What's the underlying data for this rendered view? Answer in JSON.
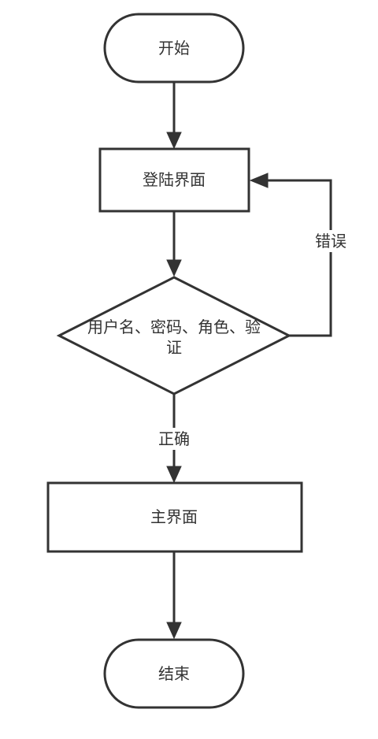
{
  "nodes": {
    "start": "开始",
    "login": "登陆界面",
    "verify_line1": "用户名、密码、角色、验",
    "verify_line2": "证",
    "main": "主界面",
    "end": "结束"
  },
  "edges": {
    "error": "错误",
    "correct": "正确"
  }
}
